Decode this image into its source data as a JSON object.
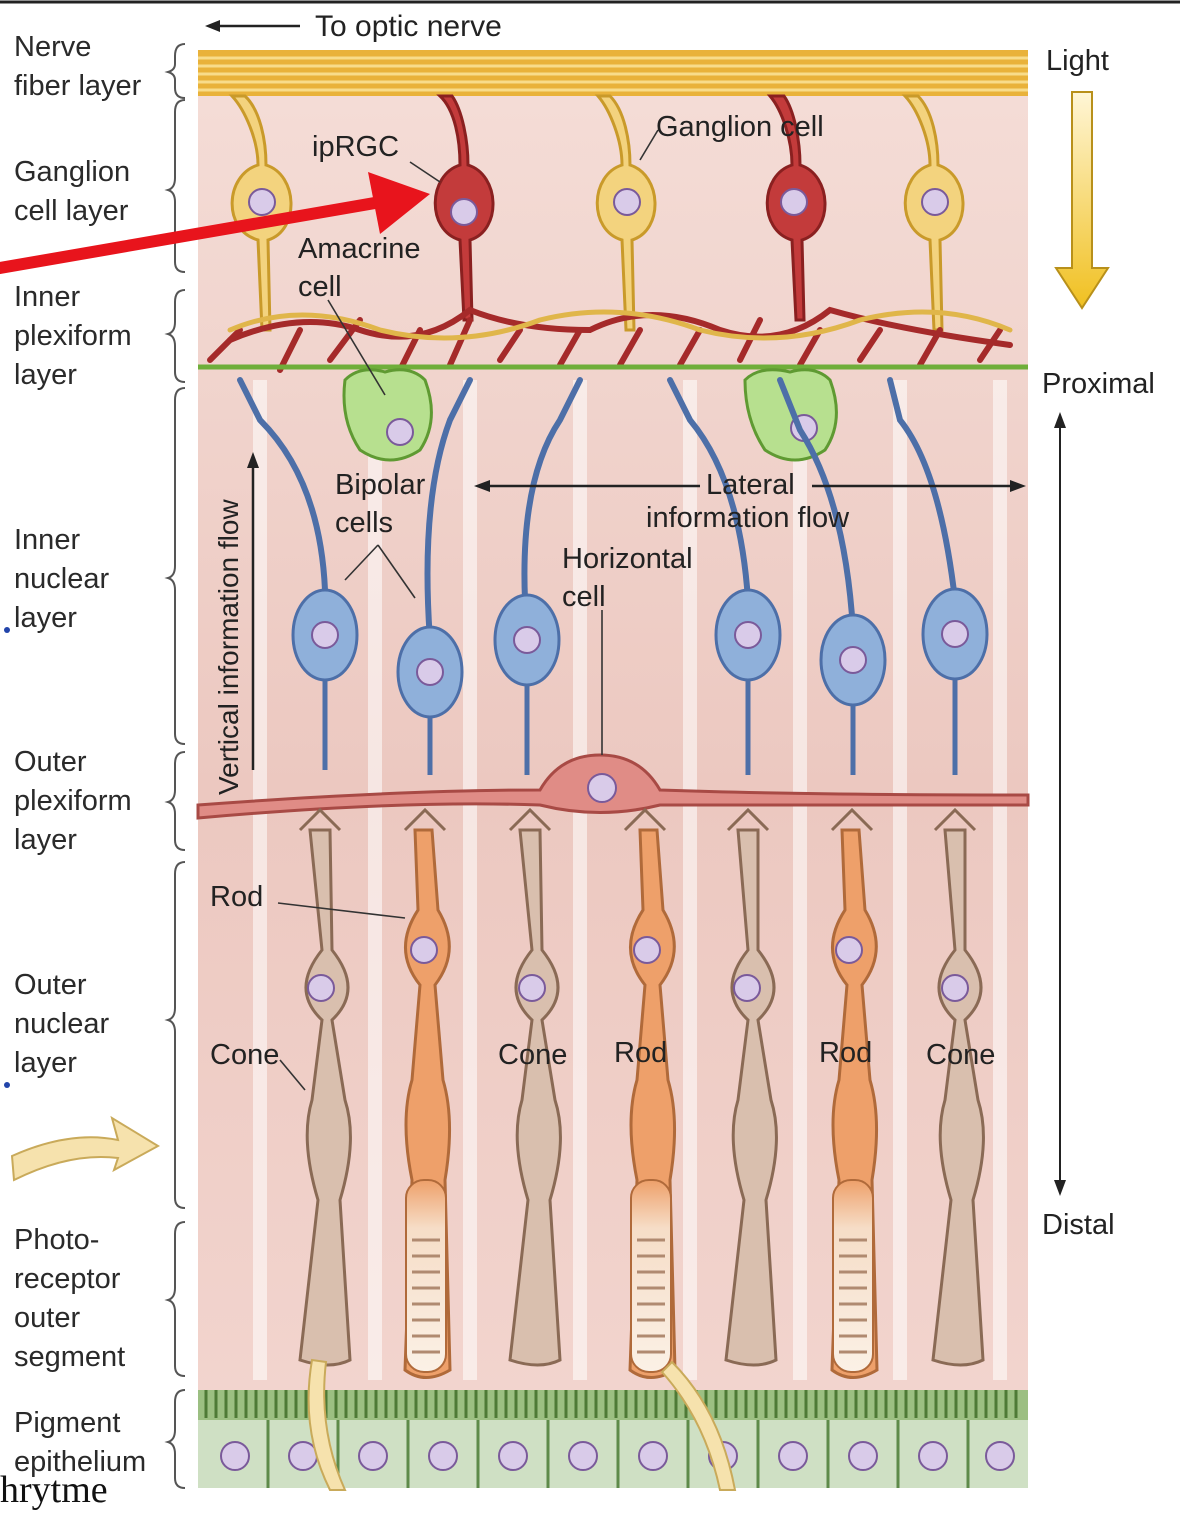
{
  "diagram": {
    "header": {
      "optic_nerve": "To optic nerve"
    },
    "layers": [
      {
        "id": "nfl",
        "lines": [
          "Nerve",
          "fiber layer"
        ]
      },
      {
        "id": "gcl",
        "lines": [
          "Ganglion",
          "cell layer"
        ]
      },
      {
        "id": "ipl",
        "lines": [
          "Inner",
          "plexiform",
          "layer"
        ]
      },
      {
        "id": "inl",
        "lines": [
          "Inner",
          "nuclear",
          "layer"
        ]
      },
      {
        "id": "opl",
        "lines": [
          "Outer",
          "plexiform",
          "layer"
        ]
      },
      {
        "id": "onl",
        "lines": [
          "Outer",
          "nuclear",
          "layer"
        ]
      },
      {
        "id": "pos",
        "lines": [
          "Photo-",
          "receptor",
          "outer",
          "segment"
        ]
      },
      {
        "id": "rpe",
        "lines": [
          "Pigment",
          "epithelium"
        ]
      }
    ],
    "right": {
      "light": "Light",
      "proximal": "Proximal",
      "distal": "Distal"
    },
    "cells": {
      "iprgc": "ipRGC",
      "ganglion": "Ganglion cell",
      "amacrine": [
        "Amacrine",
        "cell"
      ],
      "bipolar": [
        "Bipolar",
        "cells"
      ],
      "lateral": [
        "Lateral",
        "information flow"
      ],
      "horizontal": [
        "Horizontal",
        "cell"
      ],
      "vertical": "Vertical information flow",
      "rod": "Rod",
      "cone": "Cone"
    },
    "photoreceptor_labels": [
      "Cone",
      "Rod",
      "Rod",
      "Cone"
    ],
    "crop_text": "hrytme",
    "colors": {
      "background": "#efd0c8",
      "ganglion": "#f3d37e",
      "iprgc": "#c33b3b",
      "bipolar": "#8fb0da",
      "amacrine": "#b7e08f",
      "horizontal": "#e08c86",
      "rod": "#eea06a",
      "cone": "#d9bfae",
      "nucleus": "#d9cbe9",
      "pointer_arrow": "#e8141c"
    }
  }
}
